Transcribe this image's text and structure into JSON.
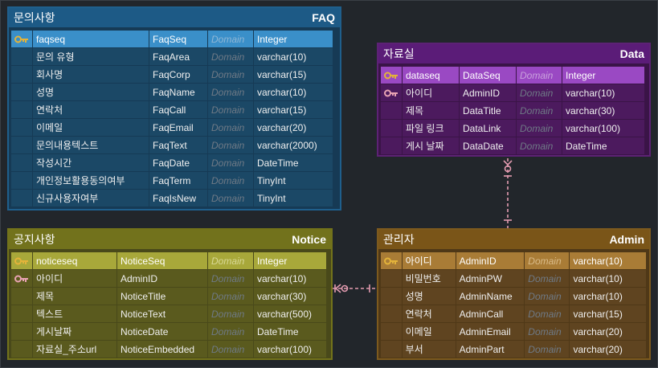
{
  "entities": {
    "faq": {
      "name": "문의사항",
      "alias": "FAQ",
      "rows": [
        {
          "icon": "key",
          "logical": "faqseq",
          "physical": "FaqSeq",
          "domain": "Domain",
          "type": "Integer"
        },
        {
          "icon": "",
          "logical": "문의 유형",
          "physical": "FaqArea",
          "domain": "Domain",
          "type": "varchar(10)"
        },
        {
          "icon": "",
          "logical": "회사명",
          "physical": "FaqCorp",
          "domain": "Domain",
          "type": "varchar(15)"
        },
        {
          "icon": "",
          "logical": "성명",
          "physical": "FaqName",
          "domain": "Domain",
          "type": "varchar(10)"
        },
        {
          "icon": "",
          "logical": "연락처",
          "physical": "FaqCall",
          "domain": "Domain",
          "type": "varchar(15)"
        },
        {
          "icon": "",
          "logical": "이메일",
          "physical": "FaqEmail",
          "domain": "Domain",
          "type": "varchar(20)"
        },
        {
          "icon": "",
          "logical": "문의내용텍스트",
          "physical": "FaqText",
          "domain": "Domain",
          "type": "varchar(2000)"
        },
        {
          "icon": "",
          "logical": "작성시간",
          "physical": "FaqDate",
          "domain": "Domain",
          "type": "DateTime"
        },
        {
          "icon": "",
          "logical": "개인정보활용동의여부",
          "physical": "FaqTerm",
          "domain": "Domain",
          "type": "TinyInt"
        },
        {
          "icon": "",
          "logical": "신규사용자여부",
          "physical": "FaqIsNew",
          "domain": "Domain",
          "type": "TinyInt"
        }
      ]
    },
    "data": {
      "name": "자료실",
      "alias": "Data",
      "rows": [
        {
          "icon": "key",
          "logical": "dataseq",
          "physical": "DataSeq",
          "domain": "Domain",
          "type": "Integer"
        },
        {
          "icon": "fk",
          "logical": "아이디",
          "physical": "AdminID",
          "domain": "Domain",
          "type": "varchar(10)"
        },
        {
          "icon": "",
          "logical": "제목",
          "physical": "DataTitle",
          "domain": "Domain",
          "type": "varchar(30)"
        },
        {
          "icon": "",
          "logical": "파일 링크",
          "physical": "DataLink",
          "domain": "Domain",
          "type": "varchar(100)"
        },
        {
          "icon": "",
          "logical": "게시 날짜",
          "physical": "DataDate",
          "domain": "Domain",
          "type": "DateTime"
        }
      ]
    },
    "notice": {
      "name": "공지사항",
      "alias": "Notice",
      "rows": [
        {
          "icon": "key",
          "logical": "noticeseq",
          "physical": "NoticeSeq",
          "domain": "Domain",
          "type": "Integer"
        },
        {
          "icon": "fk",
          "logical": "아이디",
          "physical": "AdminID",
          "domain": "Domain",
          "type": "varchar(10)"
        },
        {
          "icon": "",
          "logical": "제목",
          "physical": "NoticeTitle",
          "domain": "Domain",
          "type": "varchar(30)"
        },
        {
          "icon": "",
          "logical": "텍스트",
          "physical": "NoticeText",
          "domain": "Domain",
          "type": "varchar(500)"
        },
        {
          "icon": "",
          "logical": "게시날짜",
          "physical": "NoticeDate",
          "domain": "Domain",
          "type": "DateTime"
        },
        {
          "icon": "",
          "logical": "자료실_주소url",
          "physical": "NoticeEmbedded",
          "domain": "Domain",
          "type": "varchar(100)"
        }
      ]
    },
    "admin": {
      "name": "관리자",
      "alias": "Admin",
      "rows": [
        {
          "icon": "key",
          "logical": "아이디",
          "physical": "AdminID",
          "domain": "Domain",
          "type": "varchar(10)"
        },
        {
          "icon": "",
          "logical": "비밀번호",
          "physical": "AdminPW",
          "domain": "Domain",
          "type": "varchar(10)"
        },
        {
          "icon": "",
          "logical": "성명",
          "physical": "AdminName",
          "domain": "Domain",
          "type": "varchar(10)"
        },
        {
          "icon": "",
          "logical": "연락처",
          "physical": "AdminCall",
          "domain": "Domain",
          "type": "varchar(15)"
        },
        {
          "icon": "",
          "logical": "이메일",
          "physical": "AdminEmail",
          "domain": "Domain",
          "type": "varchar(20)"
        },
        {
          "icon": "",
          "logical": "부서",
          "physical": "AdminPart",
          "domain": "Domain",
          "type": "varchar(20)"
        }
      ]
    }
  },
  "colors": {
    "pk_key": "#e3b33a",
    "fk_key": "#e8a3b3",
    "relationship_line": "#e39bb0"
  }
}
